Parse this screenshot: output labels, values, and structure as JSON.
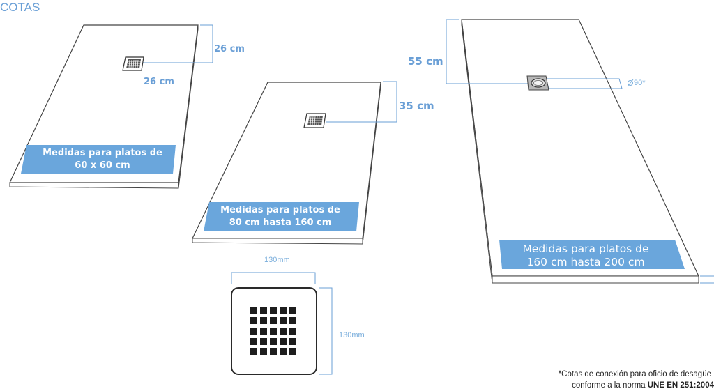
{
  "title": "COTAS",
  "colors": {
    "accent": "#6a9fd6",
    "banner": "#6aa6dc",
    "outline": "#4a4a4a",
    "grid": "#1e1e1e"
  },
  "plates": [
    {
      "dim_a": "26 cm",
      "dim_b": "26 cm",
      "banner_line1": "Medidas para platos de",
      "banner_line2": "60 x 60 cm",
      "drain_icon": "square-grid-drain-icon"
    },
    {
      "dim_a": "35 cm",
      "banner_line1": "Medidas para platos de",
      "banner_line2": "80 cm hasta 160 cm",
      "drain_icon": "square-grid-drain-icon"
    },
    {
      "dim_a": "55 cm",
      "diameter": "90*",
      "diameter_icon": "diameter-symbol-icon",
      "banner_line1": "Medidas para platos de",
      "banner_line2": "160 cm hasta 200 cm",
      "drain_icon": "round-drain-icon"
    }
  ],
  "grate": {
    "width_label": "130mm",
    "height_label": "130mm",
    "icon": "square-grate-icon"
  },
  "footnote": {
    "line1": "*Cotas de conexión para oficio de desagüe",
    "line2_prefix": "conforme a la norma",
    "line2_norm": "UNE EN 251:2004"
  }
}
